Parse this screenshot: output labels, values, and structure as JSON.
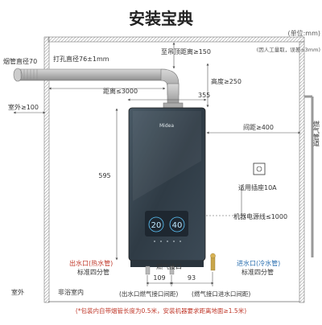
{
  "title": "安装宝典",
  "unit_note": "(单位:mm)",
  "measure_note": "(因人工量取，误差±3mm)",
  "flue_diameter": "烟管直径70",
  "hole_diameter": "打孔直径76±1mm",
  "ceiling_clearance": "至吊顶距离≥150",
  "distance_3000": "距离≤3000",
  "outdoor_100": "室外≥100",
  "height_250": "高度≥250",
  "width_355": "355",
  "spacing_400": "间距≥400",
  "gas_pipe": "燃气管道",
  "height_595": "595",
  "socket": "适用插座10A",
  "power_cord": "机器电源线≤1000",
  "outlet_label": "出水口(热水管)",
  "outlet_spec": "标准四分管",
  "inlet_label": "进水口(冷水管)",
  "inlet_spec": "标准四分管",
  "gas_inlet": "燃气接口",
  "outdoor": "室外",
  "indoor": "非浴室内",
  "dim_109": "109",
  "dim_93": "93",
  "caption_gap_outlet": "(出水口燃气接口间距)",
  "caption_gap_inlet": "(燃气接口进水口间距)",
  "footnote": "(*包装内自带烟管长度为0.5米，安装机器要求距离地面≥1.5米)",
  "brand": "Midea",
  "display_left": "20",
  "display_right": "40",
  "colors": {
    "red": "#c0392b",
    "blue": "#2a6fb0",
    "body": "#3a4753",
    "line": "#555555"
  }
}
